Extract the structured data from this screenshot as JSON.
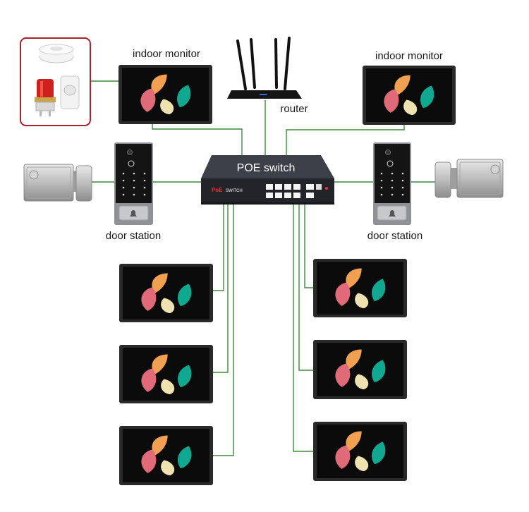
{
  "labels": {
    "indoor_monitor_left": "indoor monitor",
    "indoor_monitor_right": "indoor monitor",
    "router": "router",
    "poe_switch": "POE switch",
    "switch_badge_brand": "PoE",
    "switch_badge_text": "SWITCH",
    "door_station_left": "door station",
    "door_station_right": "door station"
  },
  "colors": {
    "wire": "#3f8a3f",
    "alarm_box_border": "#a8232e",
    "switch_body": "#2b2d33",
    "monitor_frame": "#2a2a2a",
    "petal_pink": "#e06a78",
    "petal_orange": "#f0a050",
    "petal_teal": "#10a890",
    "petal_cream": "#eee2b0"
  },
  "icons": [
    "smoke-detector-icon",
    "strobe-siren-icon",
    "pir-sensor-icon",
    "wifi-router-icon",
    "door-lock-icon",
    "doorbell-icon"
  ]
}
